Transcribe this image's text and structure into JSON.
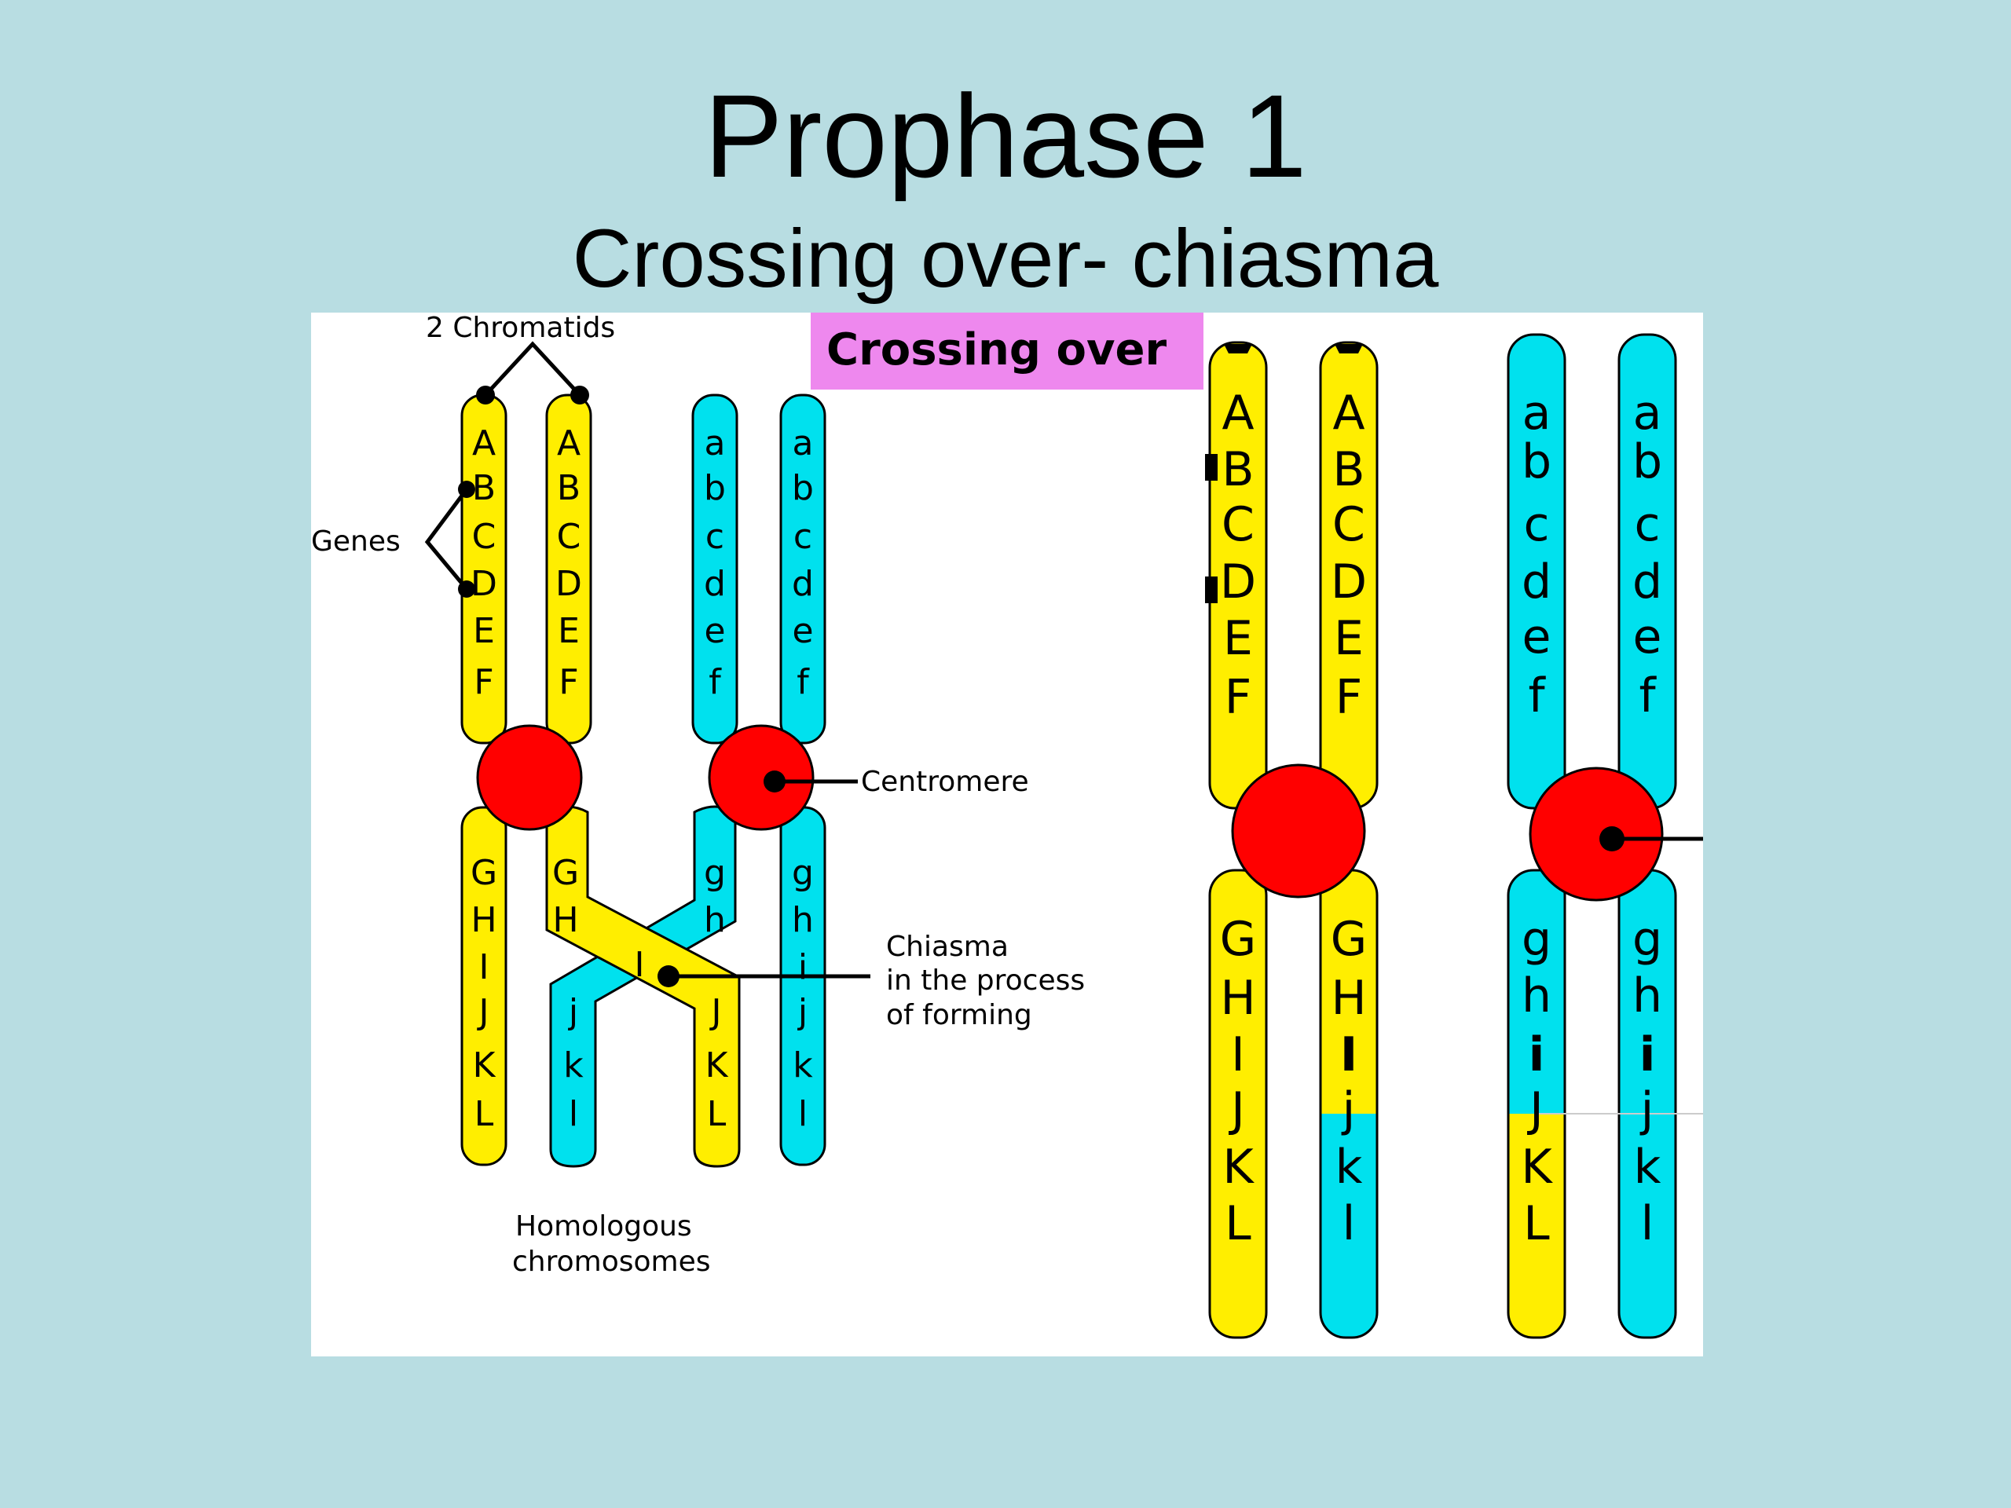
{
  "slide": {
    "title": "Prophase 1",
    "subtitle": "Crossing over- chiasma"
  },
  "figure": {
    "banner": "Crossing over",
    "labels": {
      "chromatids": "2 Chromatids",
      "genes": "Genes",
      "centromere": "Centromere",
      "chiasma_line1": "Chiasma",
      "chiasma_line2": "in the process",
      "chiasma_line3": "of forming",
      "homologous_line1": "Homologous",
      "homologous_line2": "chromosomes"
    },
    "before": {
      "upper_left": [
        "A",
        "B",
        "C",
        "D",
        "E",
        "F"
      ],
      "upper_right": [
        "a",
        "b",
        "c",
        "d",
        "e",
        "f"
      ],
      "lower_outer_left": [
        "G",
        "H",
        "I",
        "J",
        "K",
        "L"
      ],
      "lower_inner_left": [
        "G",
        "H"
      ],
      "crossing": [
        "I"
      ],
      "lower_inner_left_tail": [
        "J",
        "K",
        "L"
      ],
      "lower_inner_right": [
        "g",
        "h"
      ],
      "lower_inner_right_tail": [
        "j",
        "k",
        "l"
      ],
      "lower_outer_right": [
        "g",
        "h",
        "i",
        "j",
        "k",
        "l"
      ]
    },
    "after": {
      "upper_left": [
        "A",
        "B",
        "C",
        "D",
        "E",
        "F"
      ],
      "upper_right": [
        "a",
        "b",
        "c",
        "d",
        "e",
        "f"
      ],
      "lower_1": [
        "G",
        "H",
        "I",
        "J",
        "K",
        "L"
      ],
      "lower_2": [
        "G",
        "H",
        "I",
        "j",
        "k",
        "l"
      ],
      "lower_3": [
        "g",
        "h",
        "i",
        "J",
        "K",
        "L"
      ],
      "lower_4": [
        "g",
        "h",
        "i",
        "j",
        "k",
        "l"
      ]
    },
    "colors": {
      "maternal": "#ffee00",
      "paternal": "#00e1ee",
      "centromere": "#ff0000",
      "banner_bg": "#ee88ee"
    }
  }
}
